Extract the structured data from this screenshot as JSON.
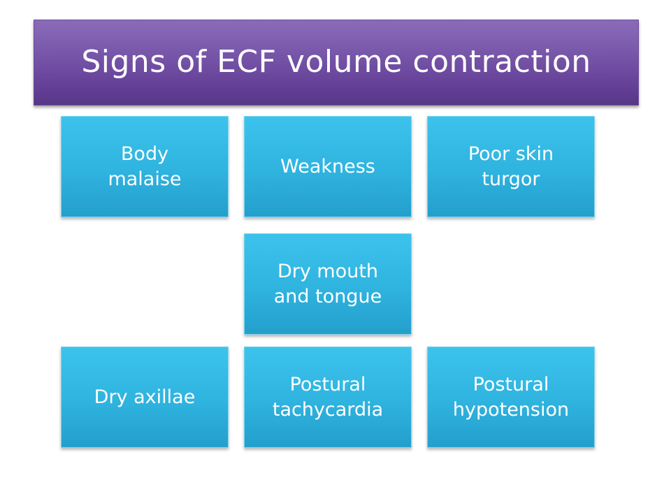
{
  "title": "Signs of ECF volume contraction",
  "boxes": [
    "Body\nmalaise",
    "Weakness",
    "Poor skin\nturgor",
    "Dry mouth\nand tongue",
    "Dry axillae",
    "Postural\ntachycardia",
    "Postural\nhypotension"
  ],
  "colors": {
    "title_banner": "#7a59ac",
    "box_fill": "#2fb3df",
    "text": "#ffffff",
    "background": "#ffffff"
  }
}
